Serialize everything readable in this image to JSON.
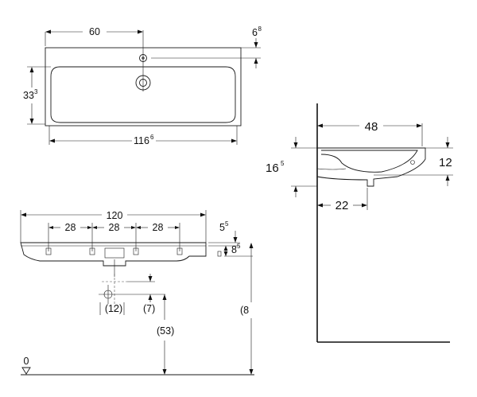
{
  "top_view": {
    "dim_width_60": "60",
    "dim_depth_6": "6",
    "dim_depth_6_sup": "8",
    "dim_depth_33": "33",
    "dim_depth_33_sup": "3",
    "dim_width_116": "116",
    "dim_width_116_sup": "6"
  },
  "front_view": {
    "dim_total_120": "120",
    "dim_spacing_28_a": "28",
    "dim_spacing_28_b": "28",
    "dim_spacing_28_c": "28",
    "dim_rim_5": "5",
    "dim_rim_5_sup": "5",
    "dim_rim_8": "8",
    "dim_rim_8_sup": "5",
    "dim_waste_12": "(12)",
    "dim_waste_7": "(7)",
    "dim_waste_53": "(53)",
    "dim_height_8": "(8",
    "floor_label": "0"
  },
  "side_view": {
    "dim_depth_48": "48",
    "dim_height_16": "16",
    "dim_height_16_sup": "5",
    "dim_height_12": "12",
    "dim_waste_22": "22"
  }
}
